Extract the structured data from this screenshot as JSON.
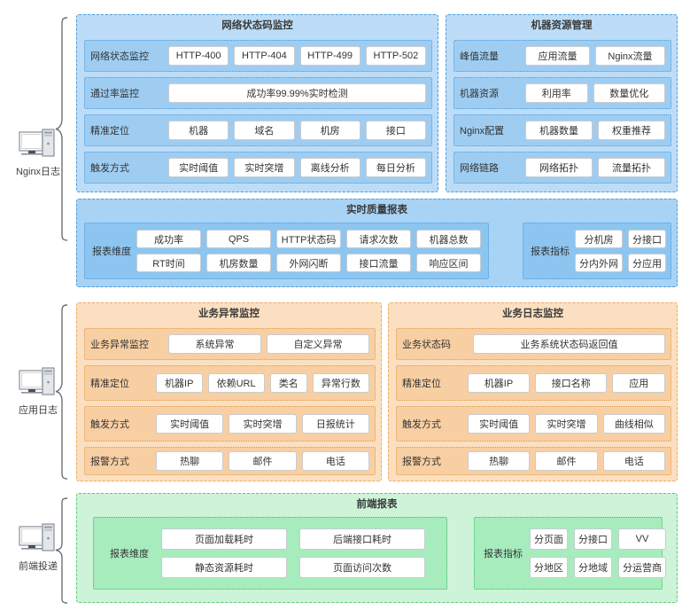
{
  "sources": [
    {
      "id": "nginx-log",
      "label": "Nginx日志",
      "icon": "computer-icon"
    },
    {
      "id": "app-log",
      "label": "应用日志",
      "icon": "computer-icon"
    },
    {
      "id": "frontend-delivery",
      "label": "前端投递",
      "icon": "computer-icon"
    }
  ],
  "colors": {
    "blue_panel_bg": "#bcdcf7",
    "blue_row_bg": "#9fcdf2",
    "blue_border": "#4a9ede",
    "quality_panel_bg": "#a9d3f5",
    "quality_inner_bg": "#8cc5f0",
    "orange_panel_bg": "#fbdfc0",
    "orange_row_bg": "#f8cfa3",
    "orange_border": "#edab5b",
    "green_panel_bg": "#cdf3d8",
    "green_inner_bg": "#a7ecbd",
    "green_border": "#5fc878",
    "chip_bg": "#ffffff",
    "chip_border": "#c9ccd1",
    "text": "#333333"
  },
  "panels": {
    "network_status": {
      "title": "网络状态码监控",
      "rows": [
        {
          "label": "网络状态监控",
          "items": [
            "HTTP-400",
            "HTTP-404",
            "HTTP-499",
            "HTTP-502"
          ]
        },
        {
          "label": "通过率监控",
          "items": [
            "成功率99.99%实时检测"
          ]
        },
        {
          "label": "精准定位",
          "items": [
            "机器",
            "域名",
            "机房",
            "接口"
          ]
        },
        {
          "label": "触发方式",
          "items": [
            "实时阈值",
            "实时突增",
            "离线分析",
            "每日分析"
          ]
        }
      ]
    },
    "machine_resource": {
      "title": "机器资源管理",
      "rows": [
        {
          "label": "峰值流量",
          "items": [
            "应用流量",
            "Nginx流量"
          ]
        },
        {
          "label": "机器资源",
          "items": [
            "利用率",
            "数量优化"
          ]
        },
        {
          "label": "Nginx配置",
          "items": [
            "机器数量",
            "权重推荐"
          ]
        },
        {
          "label": "网络链路",
          "items": [
            "网络拓扑",
            "流量拓扑"
          ]
        }
      ]
    },
    "quality_report": {
      "title": "实时质量报表",
      "dimensions": {
        "label": "报表维度",
        "columns": 5,
        "items": [
          "成功率",
          "QPS",
          "HTTP状态码",
          "请求次数",
          "机器总数",
          "RT时间",
          "机房数量",
          "外网闪断",
          "接口流量",
          "响应区间"
        ]
      },
      "metrics": {
        "label": "报表指标",
        "columns": 2,
        "items": [
          "分机房",
          "分接口",
          "分内外网",
          "分应用"
        ]
      }
    },
    "business_exception": {
      "title": "业务异常监控",
      "rows": [
        {
          "label": "业务异常监控",
          "items": [
            "系统异常",
            "自定义异常"
          ]
        },
        {
          "label": "精准定位",
          "items": [
            "机器IP",
            "依赖URL",
            "类名",
            "异常行数"
          ]
        },
        {
          "label": "触发方式",
          "items": [
            "实时阈值",
            "实时突增",
            "日报统计"
          ]
        },
        {
          "label": "报警方式",
          "items": [
            "热聊",
            "邮件",
            "电话"
          ]
        }
      ]
    },
    "business_log": {
      "title": "业务日志监控",
      "rows": [
        {
          "label": "业务状态码",
          "items": [
            "业务系统状态码返回值"
          ]
        },
        {
          "label": "精准定位",
          "items": [
            "机器IP",
            "接口名称",
            "应用"
          ]
        },
        {
          "label": "触发方式",
          "items": [
            "实时阈值",
            "实时突增",
            "曲线相似"
          ]
        },
        {
          "label": "报警方式",
          "items": [
            "热聊",
            "邮件",
            "电话"
          ]
        }
      ]
    },
    "frontend_report": {
      "title": "前端报表",
      "dimensions": {
        "label": "报表维度",
        "columns": 2,
        "items": [
          "页面加载耗时",
          "后端接口耗时",
          "静态资源耗时",
          "页面访问次数"
        ]
      },
      "metrics": {
        "label": "报表指标",
        "columns": 3,
        "items": [
          "分页面",
          "分接口",
          "VV",
          "分地区",
          "分地域",
          "分运营商"
        ]
      }
    }
  }
}
